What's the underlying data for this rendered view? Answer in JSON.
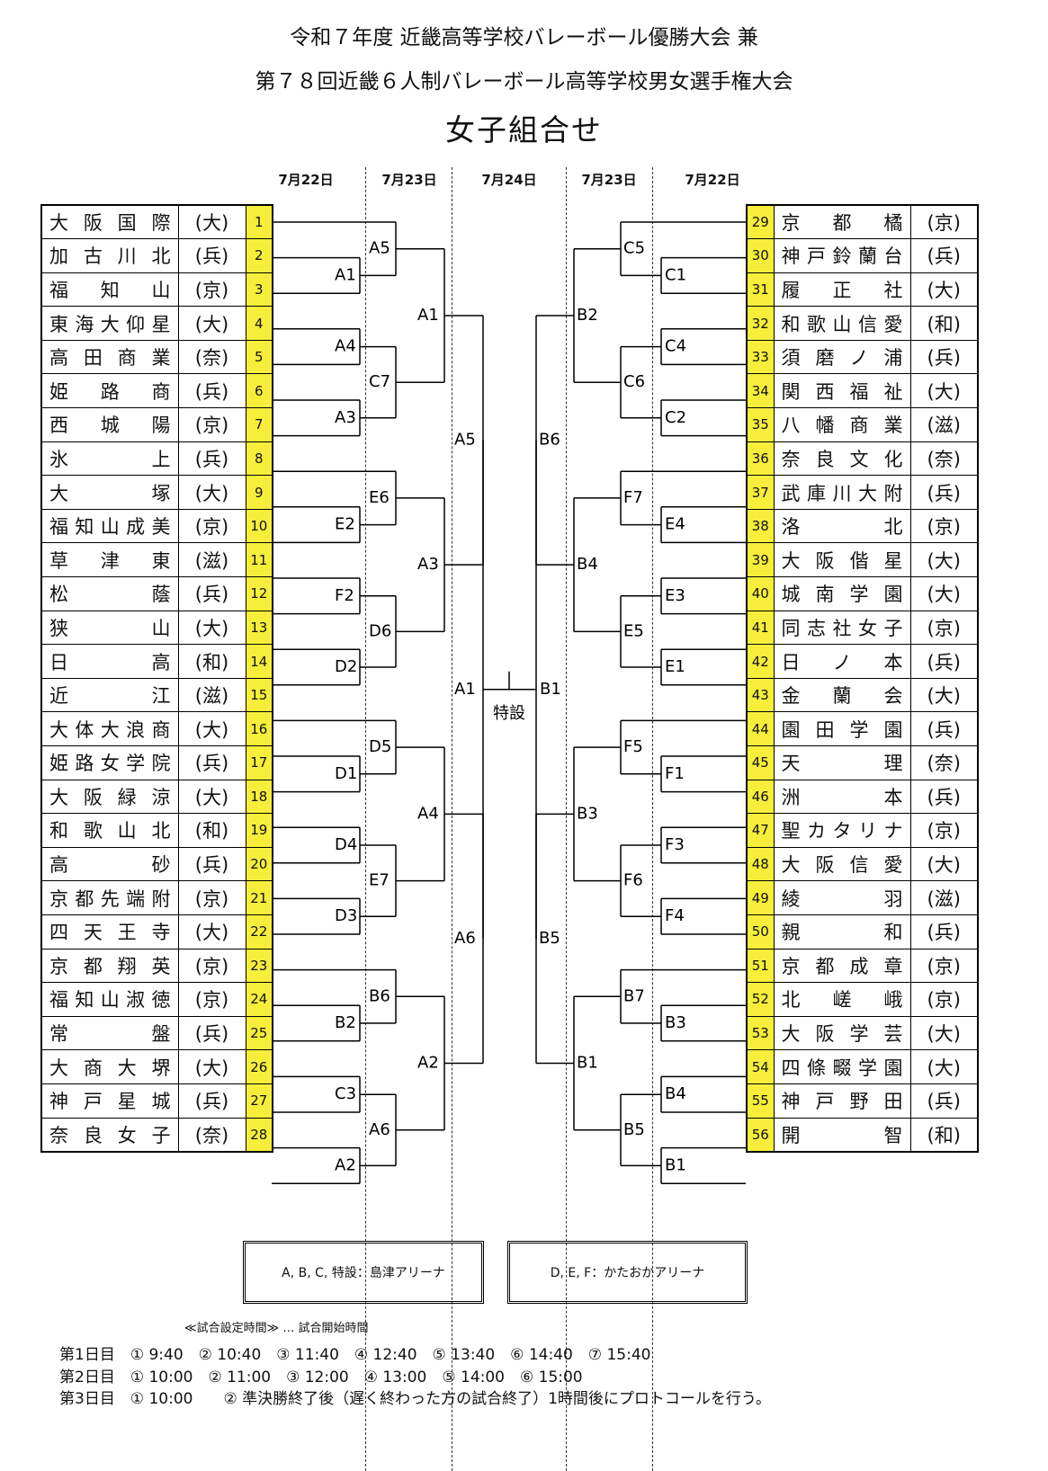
{
  "header": {
    "line1": "令和７年度 近畿高等学校バレーボール優勝大会 兼",
    "line2": "第７８回近畿６人制バレーボール高等学校男女選手権大会",
    "title": "女子組合せ"
  },
  "dates": [
    "7月22日",
    "7月23日",
    "7月24日",
    "7月23日",
    "7月22日"
  ],
  "left_teams": [
    {
      "name": "大阪国際",
      "pref": "(大)",
      "no": "1"
    },
    {
      "name": "加古川北",
      "pref": "(兵)",
      "no": "2"
    },
    {
      "name": "福知山",
      "pref": "(京)",
      "no": "3"
    },
    {
      "name": "東海大仰星",
      "pref": "(大)",
      "no": "4"
    },
    {
      "name": "高田商業",
      "pref": "(奈)",
      "no": "5"
    },
    {
      "name": "姫路商",
      "pref": "(兵)",
      "no": "6"
    },
    {
      "name": "西城陽",
      "pref": "(京)",
      "no": "7"
    },
    {
      "name": "氷上",
      "pref": "(兵)",
      "no": "8"
    },
    {
      "name": "大塚",
      "pref": "(大)",
      "no": "9"
    },
    {
      "name": "福知山成美",
      "pref": "(京)",
      "no": "10"
    },
    {
      "name": "草津東",
      "pref": "(滋)",
      "no": "11"
    },
    {
      "name": "松蔭",
      "pref": "(兵)",
      "no": "12"
    },
    {
      "name": "狭山",
      "pref": "(大)",
      "no": "13"
    },
    {
      "name": "日高",
      "pref": "(和)",
      "no": "14"
    },
    {
      "name": "近江",
      "pref": "(滋)",
      "no": "15"
    },
    {
      "name": "大体大浪商",
      "pref": "(大)",
      "no": "16"
    },
    {
      "name": "姫路女学院",
      "pref": "(兵)",
      "no": "17"
    },
    {
      "name": "大阪緑涼",
      "pref": "(大)",
      "no": "18"
    },
    {
      "name": "和歌山北",
      "pref": "(和)",
      "no": "19"
    },
    {
      "name": "高砂",
      "pref": "(兵)",
      "no": "20"
    },
    {
      "name": "京都先端附",
      "pref": "(京)",
      "no": "21"
    },
    {
      "name": "四天王寺",
      "pref": "(大)",
      "no": "22"
    },
    {
      "name": "京都翔英",
      "pref": "(京)",
      "no": "23"
    },
    {
      "name": "福知山淑徳",
      "pref": "(京)",
      "no": "24"
    },
    {
      "name": "常盤",
      "pref": "(兵)",
      "no": "25"
    },
    {
      "name": "大商大堺",
      "pref": "(大)",
      "no": "26"
    },
    {
      "name": "神戸星城",
      "pref": "(兵)",
      "no": "27"
    },
    {
      "name": "奈良女子",
      "pref": "(奈)",
      "no": "28"
    }
  ],
  "right_teams": [
    {
      "name": "京都橘",
      "pref": "(京)",
      "no": "29"
    },
    {
      "name": "神戸鈴蘭台",
      "pref": "(兵)",
      "no": "30"
    },
    {
      "name": "履正社",
      "pref": "(大)",
      "no": "31"
    },
    {
      "name": "和歌山信愛",
      "pref": "(和)",
      "no": "32"
    },
    {
      "name": "須磨ノ浦",
      "pref": "(兵)",
      "no": "33"
    },
    {
      "name": "関西福祉",
      "pref": "(大)",
      "no": "34"
    },
    {
      "name": "八幡商業",
      "pref": "(滋)",
      "no": "35"
    },
    {
      "name": "奈良文化",
      "pref": "(奈)",
      "no": "36"
    },
    {
      "name": "武庫川大附",
      "pref": "(兵)",
      "no": "37"
    },
    {
      "name": "洛北",
      "pref": "(京)",
      "no": "38"
    },
    {
      "name": "大阪偕星",
      "pref": "(大)",
      "no": "39"
    },
    {
      "name": "城南学園",
      "pref": "(大)",
      "no": "40"
    },
    {
      "name": "同志社女子",
      "pref": "(京)",
      "no": "41"
    },
    {
      "name": "日ノ本",
      "pref": "(兵)",
      "no": "42"
    },
    {
      "name": "金蘭会",
      "pref": "(大)",
      "no": "43"
    },
    {
      "name": "園田学園",
      "pref": "(兵)",
      "no": "44"
    },
    {
      "name": "天理",
      "pref": "(奈)",
      "no": "45"
    },
    {
      "name": "洲本",
      "pref": "(兵)",
      "no": "46"
    },
    {
      "name": "聖カタリナ",
      "pref": "(京)",
      "no": "47"
    },
    {
      "name": "大阪信愛",
      "pref": "(大)",
      "no": "48"
    },
    {
      "name": "綾羽",
      "pref": "(滋)",
      "no": "49"
    },
    {
      "name": "親和",
      "pref": "(兵)",
      "no": "50"
    },
    {
      "name": "京都成章",
      "pref": "(京)",
      "no": "51"
    },
    {
      "name": "北嵯峨",
      "pref": "(京)",
      "no": "52"
    },
    {
      "name": "大阪学芸",
      "pref": "(大)",
      "no": "53"
    },
    {
      "name": "四條畷学園",
      "pref": "(大)",
      "no": "54"
    },
    {
      "name": "神戸野田",
      "pref": "(兵)",
      "no": "55"
    },
    {
      "name": "開智",
      "pref": "(和)",
      "no": "56"
    }
  ],
  "match_labels": {
    "left_r1": [
      "A1",
      "A4",
      "A3",
      "E2",
      "F2",
      "D2",
      "D1",
      "D4",
      "D3",
      "B2",
      "C3",
      "A2"
    ],
    "left_r2": [
      "A5",
      "C7",
      "E6",
      "D6",
      "D5",
      "E7",
      "B6",
      "A6"
    ],
    "left_r3": [
      "A1",
      "A3",
      "A4",
      "A2"
    ],
    "left_r4": [
      "A5",
      "A6"
    ],
    "left_semi": "A1",
    "right_r1": [
      "C1",
      "C4",
      "C2",
      "E4",
      "E3",
      "E1",
      "F1",
      "F3",
      "F4",
      "B3",
      "B4",
      "B1"
    ],
    "right_r2": [
      "C5",
      "C6",
      "F7",
      "E5",
      "F5",
      "F6",
      "B7",
      "B5"
    ],
    "right_r3": [
      "B2",
      "B4",
      "B3",
      "B1"
    ],
    "right_r4": [
      "B6",
      "B5"
    ],
    "right_semi": "B1",
    "final": "特設"
  },
  "venues": {
    "left": "A, B, C, 特設：島津アリーナ",
    "right": "D, E, F：かたおかアリーナ"
  },
  "notes": {
    "heading": "≪試合設定時間≫ … 試合開始時間",
    "day1": "第1日目　① 9:40　② 10:40　③ 11:40　④ 12:40　⑤ 13:40　⑥ 14:40　⑦ 15:40",
    "day2": "第2日目　① 10:00　② 11:00　③ 12:00　④ 13:00　⑤ 14:00　⑥ 15:00",
    "day3": "第3日目　① 10:00　　② 準決勝終了後（遅く終わった方の試合終了）1時間後にプロトコールを行う。"
  }
}
